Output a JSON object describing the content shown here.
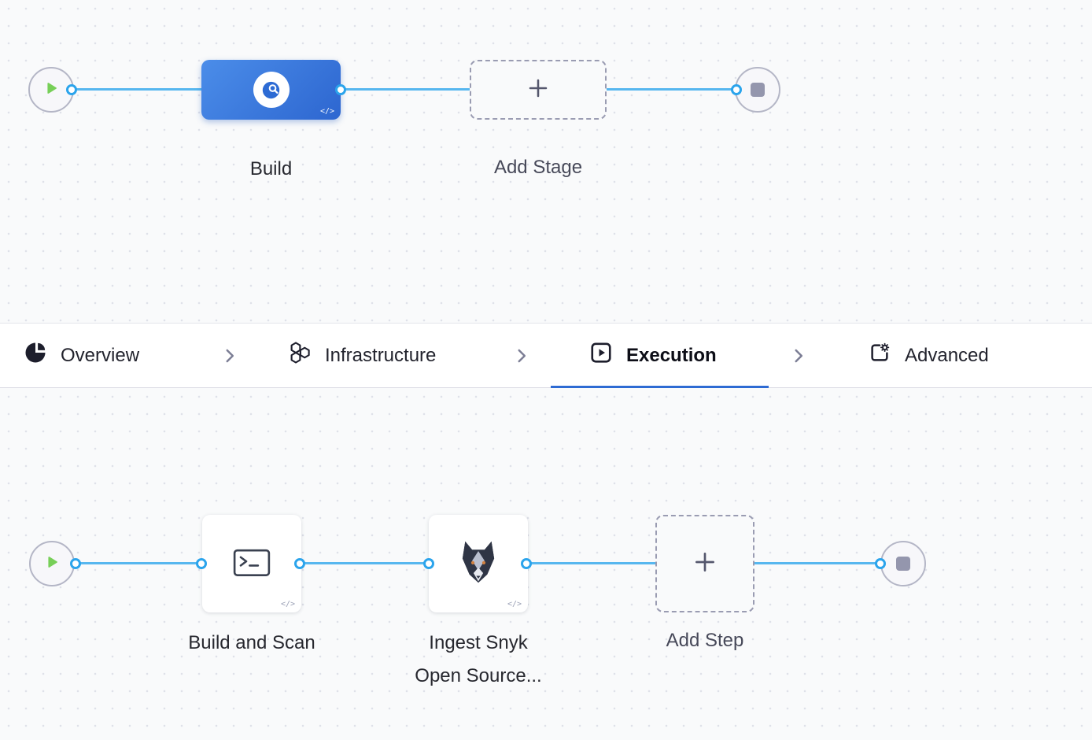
{
  "colors": {
    "accent_blue": "#2e6bd3",
    "stage_blue": "#3b7ce0",
    "connector_blue": "#57b7ef",
    "play_green": "#77cf58",
    "end_node_gray": "#9496ad"
  },
  "stage_canvas": {
    "build_stage": {
      "label": "Build",
      "icon": "build-stage-icon",
      "code_glyph": "</>"
    },
    "add_stage": {
      "label": "Add Stage",
      "icon": "plus-icon"
    }
  },
  "tab_bar": {
    "tabs": [
      {
        "label": "Overview",
        "icon": "overview-pie-icon",
        "active": false
      },
      {
        "label": "Infrastructure",
        "icon": "infrastructure-hexagons-icon",
        "active": false
      },
      {
        "label": "Execution",
        "icon": "execution-play-icon",
        "active": true
      },
      {
        "label": "Advanced",
        "icon": "advanced-box-gear-icon",
        "active": false
      }
    ]
  },
  "step_canvas": {
    "steps": [
      {
        "label": "Build and Scan",
        "icon": "terminal-icon",
        "code_glyph": "</>"
      },
      {
        "label_lines": [
          "Ingest Snyk",
          "Open Source..."
        ],
        "icon": "snyk-dog-icon",
        "code_glyph": "</>"
      }
    ],
    "add_step": {
      "label": "Add Step",
      "icon": "plus-icon"
    }
  }
}
